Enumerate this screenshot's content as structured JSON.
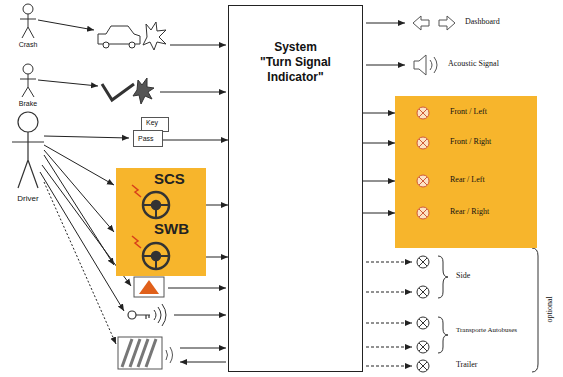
{
  "diagram": {
    "nodes": [
      {
        "text": [
          "System",
          "\"Turn Signal Indicator\""
        ]
      },
      {
        "text": [
          "SCS",
          "SWB"
        ]
      },
      {
        "text": [
          "Front / Left",
          "Front / Right",
          "Rear / Left",
          "Rear / Right"
        ]
      },
      {
        "text": [
          "Key"
        ]
      },
      {
        "text": [
          "Pass"
        ]
      }
    ],
    "edges": [
      {
        "from": 1,
        "to": 0,
        "arrow": "to"
      },
      {
        "from": 1,
        "to": 0,
        "arrow": "to"
      },
      {
        "from": 0,
        "to": 2,
        "arrow": "to"
      },
      {
        "from": 0,
        "to": 2,
        "arrow": "to"
      },
      {
        "from": 0,
        "to": 2,
        "arrow": "to"
      },
      {
        "from": 0,
        "to": 2,
        "arrow": "to"
      },
      {
        "from": 4,
        "to": 0,
        "arrow": "to"
      }
    ],
    "labels": [
      "Crash",
      "Brake",
      "Driver",
      "Dashboard",
      "Acoustic Signal",
      "Side",
      "Transporte Autobuses",
      "Trailer",
      "optional"
    ]
  }
}
